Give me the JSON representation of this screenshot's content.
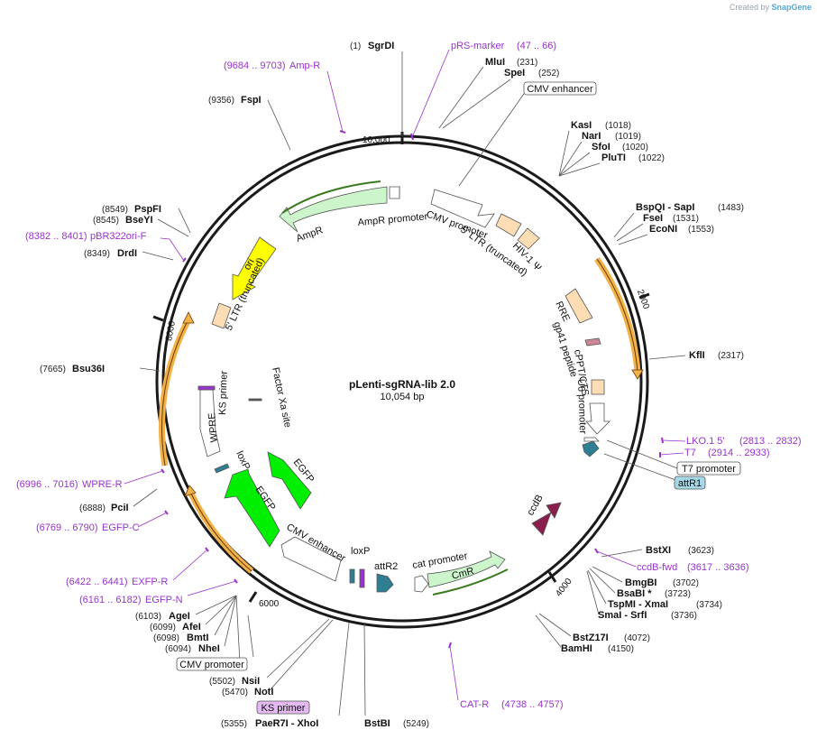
{
  "credit": {
    "prefix": "Created by",
    "brand": "SnapGene"
  },
  "title": "pLenti-sgRNA-lib 2.0",
  "length": "10,054 bp",
  "ticks": [
    "10,000",
    "2000",
    "4000",
    "6000",
    "8000"
  ],
  "enzymes": [
    {
      "pos": "(1)",
      "name": "SgrDI"
    },
    {
      "pos": "(231)",
      "name": "MluI"
    },
    {
      "pos": "(252)",
      "name": "SpeI"
    },
    {
      "pos": "(1018)",
      "name": "KasI"
    },
    {
      "pos": "(1019)",
      "name": "NarI"
    },
    {
      "pos": "(1020)",
      "name": "SfoI"
    },
    {
      "pos": "(1022)",
      "name": "PluTI"
    },
    {
      "pos": "(1483)",
      "name": "BspQI  - SapI"
    },
    {
      "pos": "(1531)",
      "name": "FseI"
    },
    {
      "pos": "(1553)",
      "name": "EcoNI"
    },
    {
      "pos": "(2317)",
      "name": "KflI"
    },
    {
      "pos": "(3623)",
      "name": "BstXI"
    },
    {
      "pos": "(3702)",
      "name": "BmgBI"
    },
    {
      "pos": "(3723)",
      "name": "BsaBI  *"
    },
    {
      "pos": "(3734)",
      "name": "TspMI  - XmaI"
    },
    {
      "pos": "(3736)",
      "name": "SmaI  - SrfI"
    },
    {
      "pos": "(4072)",
      "name": "BstZ17I"
    },
    {
      "pos": "(4150)",
      "name": "BamHI"
    },
    {
      "pos": "(5249)",
      "name": "BstBI"
    },
    {
      "pos": "(5355)",
      "name": "PaeR7I  - XhoI"
    },
    {
      "pos": "(5470)",
      "name": "NotI"
    },
    {
      "pos": "(5502)",
      "name": "NsiI"
    },
    {
      "pos": "(6094)",
      "name": "NheI"
    },
    {
      "pos": "(6098)",
      "name": "BmtI"
    },
    {
      "pos": "(6099)",
      "name": "AfeI"
    },
    {
      "pos": "(6103)",
      "name": "AgeI"
    },
    {
      "pos": "(6888)",
      "name": "PciI"
    },
    {
      "pos": "(7665)",
      "name": "Bsu36I"
    },
    {
      "pos": "(8349)",
      "name": "DrdI"
    },
    {
      "pos": "(8545)",
      "name": "BseYI"
    },
    {
      "pos": "(8549)",
      "name": "PspFI"
    },
    {
      "pos": "(9356)",
      "name": "FspI"
    }
  ],
  "primers": [
    {
      "name": "pRS-marker",
      "range": "(47 .. 66)"
    },
    {
      "name": "Amp-R",
      "range": "(9684 .. 9703)"
    },
    {
      "name": "pBR322ori-F",
      "range": "(8382 .. 8401)"
    },
    {
      "name": "LKO.1 5'",
      "range": "(2813 .. 2832)"
    },
    {
      "name": "T7",
      "range": "(2914 .. 2933)"
    },
    {
      "name": "ccdB-fwd",
      "range": "(3617 .. 3636)"
    },
    {
      "name": "CAT-R",
      "range": "(4738 .. 4757)"
    },
    {
      "name": "WPRE-R",
      "range": "(6996 .. 7016)"
    },
    {
      "name": "EGFP-C",
      "range": "(6769 .. 6790)"
    },
    {
      "name": "EXFP-R",
      "range": "(6422 .. 6441)"
    },
    {
      "name": "EGFP-N",
      "range": "(6161 .. 6182)"
    }
  ],
  "boxed_labels": {
    "cmv_enhancer_top": "CMV enhancer",
    "t7_promoter": "T7 promoter",
    "attr1": "attR1",
    "cmv_promoter_bottom": "CMV promoter",
    "ks_primer_bottom": "KS primer"
  },
  "features": {
    "ampr_promoter": "AmpR promoter",
    "ampr": "AmpR",
    "cmv_promoter": "CMV promoter",
    "ltr5": "5' LTR (truncated)",
    "hiv1_psi": "HIV-1 Ψ",
    "ori": "ori",
    "ltr5_left": "5' LTR (truncated)",
    "rre": "RRE",
    "gp41": "gp41 peptide",
    "cppt": "cPPT/CTS",
    "u6": "U6 promoter",
    "ks_primer": "KS primer",
    "factor_xa": "Factor Xa site",
    "wpre": "WPRE",
    "loxp_left": "loxP",
    "egfp_inner": "EGFP",
    "egfp": "EGFP",
    "cmv_enhancer": "CMV enhancer",
    "loxp": "loxP",
    "attr2": "attR2",
    "cat_promoter": "cat promoter",
    "cmr": "CmR",
    "ccdb": "ccdB"
  }
}
